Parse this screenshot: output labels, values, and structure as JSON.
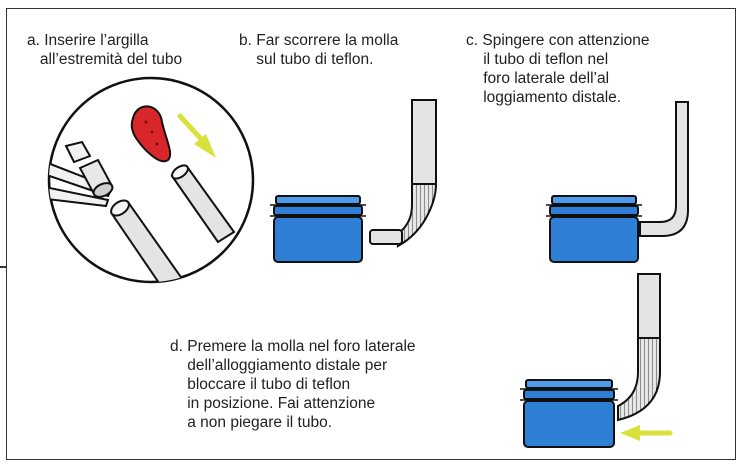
{
  "steps": {
    "a": "a. Inserire l’argilla\n   all’estremità del tubo",
    "b": "b. Far scorrere la molla\n    sul tubo di teflon.",
    "c": "c. Spingere con attenzione\n    il tubo di teflon nel\n    foro laterale dell’al\n    loggiamento distale.",
    "d": "d. Premere la molla nel foro laterale\n    dell’alloggiamento distale per\n    bloccare il tubo di teflon\n    in posizione. Fai attenzione\n    a non piegare il tubo."
  },
  "colors": {
    "housing_blue": "#2f7fd6",
    "housing_blue_light": "#4f9bea",
    "clay_red": "#d8262a",
    "arrow_yellow": "#d9e23a",
    "tube_gray": "#e4e4e4",
    "outline": "#222222"
  },
  "icons": [
    "clay-piece",
    "tweezers-icon",
    "teflon-tube",
    "spring-coil",
    "distal-housing",
    "direction-arrow"
  ]
}
